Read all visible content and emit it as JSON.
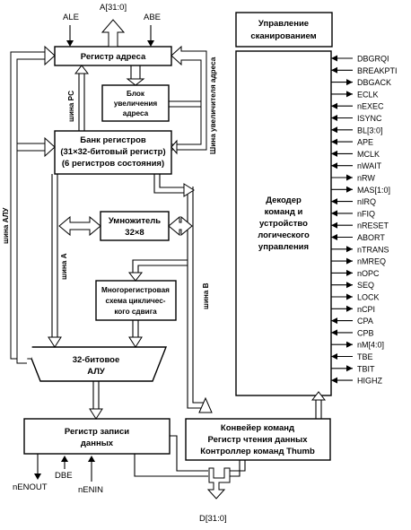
{
  "top_signals": {
    "ale": "ALE",
    "addr": "A[31:0]",
    "abe": "ABE"
  },
  "blocks": {
    "scan": [
      "Управление",
      "сканированием"
    ],
    "addr_reg": "Регистр адреса",
    "incr": [
      "Блок",
      "увеличения",
      "адреса"
    ],
    "regbank": [
      "Банк регистров",
      "(31×32-битовый регистр)",
      "(6 регистров состояния)"
    ],
    "mult": [
      "Умножитель",
      "32×8"
    ],
    "shifter": [
      "Многорегистровая",
      "схема цикличес-",
      "кого сдвига"
    ],
    "alu": [
      "32-битовое",
      "АЛУ"
    ],
    "decoder": [
      "Декодер",
      "команд и",
      "устройство",
      "логического",
      "управления"
    ],
    "wreg": [
      "Регистр записи",
      "данных"
    ],
    "pipe": [
      "Конвейер команд",
      "Регистр чтения данных",
      "Контроллер команд Thumb"
    ]
  },
  "bus_labels": {
    "pc": "шина PC",
    "incr": "Шина увеличителя адреса",
    "alu": "шина АЛУ",
    "a": "шина А",
    "b": "шина В"
  },
  "right_signals": [
    "DBGRQI",
    "BREAKPTI",
    "DBGACK",
    "ECLK",
    "nEXEC",
    "ISYNC",
    "BL[3:0]",
    "APE",
    "MCLK",
    "nWAIT",
    "nRW",
    "MAS[1:0]",
    "nIRQ",
    "nFIQ",
    "nRESET",
    "ABORT",
    "nTRANS",
    "nMREQ",
    "nOPC",
    "SEQ",
    "LOCK",
    "nCPI",
    "CPA",
    "CPB",
    "nM[4:0]",
    "TBE",
    "TBIT",
    "HIGHZ"
  ],
  "right_dirs": [
    "in",
    "in",
    "out",
    "out",
    "in",
    "in",
    "in",
    "in",
    "in",
    "in",
    "out",
    "out",
    "in",
    "in",
    "in",
    "in",
    "out",
    "out",
    "out",
    "out",
    "out",
    "out",
    "in",
    "in",
    "out",
    "in",
    "out",
    "in"
  ],
  "bottom_signals": {
    "nenout": "nENOUT",
    "dbe": "DBE",
    "nenin": "nENIN",
    "data": "D[31:0]"
  }
}
